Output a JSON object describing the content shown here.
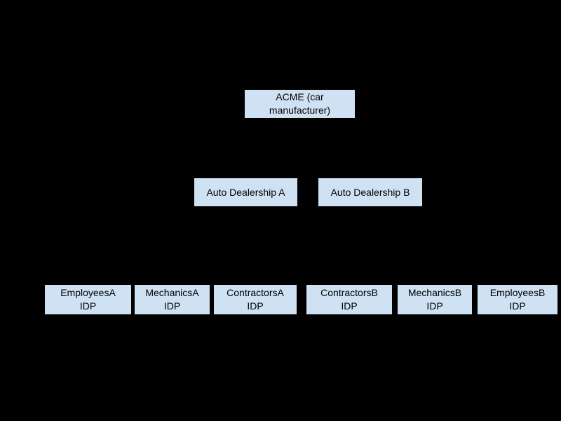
{
  "canvas": {
    "background": "#000000",
    "node_fill": "#cfe2f3",
    "node_text_color": "#000000"
  },
  "nodes": {
    "acme": {
      "line1": "ACME (car",
      "line2": "manufacturer)"
    },
    "dealership_a": {
      "line1": "Auto Dealership A"
    },
    "dealership_b": {
      "line1": "Auto Dealership B"
    },
    "employees_a": {
      "line1": "EmployeesA",
      "line2": "IDP"
    },
    "mechanics_a": {
      "line1": "MechanicsA",
      "line2": "IDP"
    },
    "contractors_a": {
      "line1": "ContractorsA",
      "line2": "IDP"
    },
    "contractors_b": {
      "line1": "ContractorsB",
      "line2": "IDP"
    },
    "mechanics_b": {
      "line1": "MechanicsB",
      "line2": "IDP"
    },
    "employees_b": {
      "line1": "EmployeesB",
      "line2": "IDP"
    }
  }
}
